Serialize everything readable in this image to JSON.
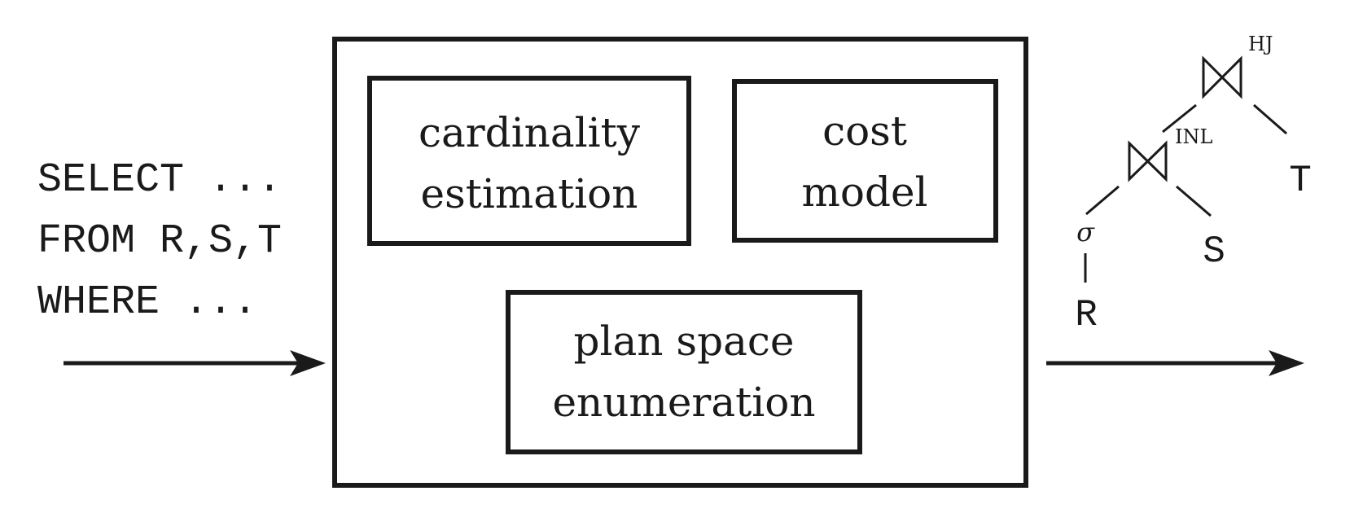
{
  "query": {
    "lines": [
      "SELECT ...",
      "FROM R,S,T",
      "WHERE ..."
    ]
  },
  "optimizer": {
    "cardinality": [
      "cardinality",
      "estimation"
    ],
    "cost": [
      "cost",
      "model"
    ],
    "enumeration": [
      "plan space",
      "enumeration"
    ]
  },
  "plan": {
    "top_join": {
      "symbol": "⋈",
      "label": "HJ"
    },
    "inner_join": {
      "symbol": "⋈",
      "label": "INL"
    },
    "selection": "σ",
    "relations": [
      "R",
      "S",
      "T"
    ]
  }
}
